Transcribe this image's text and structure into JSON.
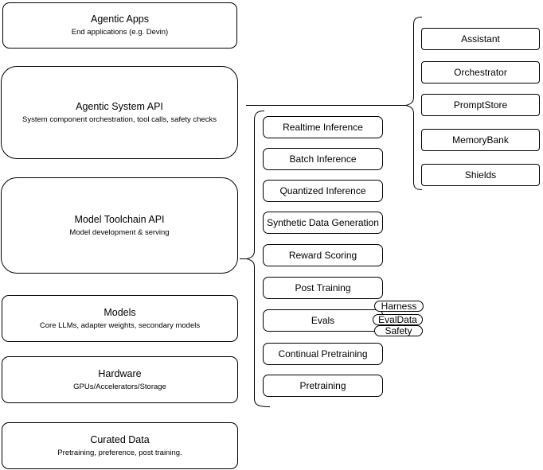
{
  "colors": {
    "stroke": "#000000",
    "background": "#ffffff",
    "node_fill": "#ffffff"
  },
  "layers": {
    "items": [
      {
        "title": "Agentic Apps",
        "subtitle": "End applications (e.g. Devin)"
      },
      {
        "title": "Agentic System API",
        "subtitle": "System component orchestration, tool calls, safety checks"
      },
      {
        "title": "Model Toolchain API",
        "subtitle": "Model development & serving"
      },
      {
        "title": "Models",
        "subtitle": "Core LLMs, adapter weights, secondary models"
      },
      {
        "title": "Hardware",
        "subtitle": "GPUs/Accelerators/Storage"
      },
      {
        "title": "Curated Data",
        "subtitle": "Pretraining, preference, post training."
      }
    ]
  },
  "toolchain_operations": [
    "Realtime Inference",
    "Batch Inference",
    "Quantized Inference",
    "Synthetic Data Generation",
    "Reward Scoring",
    "Post Training",
    "Evals",
    "Continual Pretraining",
    "Pretraining"
  ],
  "evals_tags": [
    "Harness",
    "EvalData",
    "Safety"
  ],
  "system_components": [
    "Assistant",
    "Orchestrator",
    "PromptStore",
    "MemoryBank",
    "Shields"
  ]
}
